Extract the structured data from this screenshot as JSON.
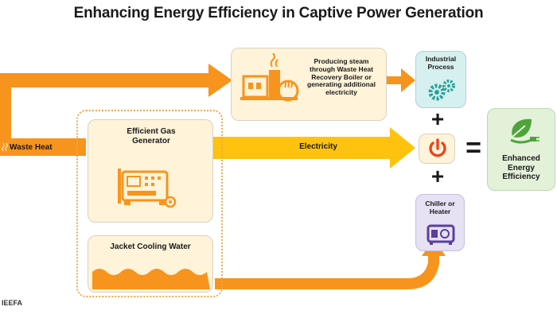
{
  "title": "Enhancing Energy Efficiency in Captive Power Generation",
  "nodes": {
    "waste_heat": "Waste Heat",
    "generator": "Efficient Gas Generator",
    "steam": "Producing steam through Waste Heat Recovery Boiler or generating additional electricity",
    "industrial": "Industrial Process",
    "electricity": "Electricity",
    "jacket": "Jacket Cooling Water",
    "chiller": "Chiller or Heater",
    "result": "Enhanced Energy Efficiency"
  },
  "operators": {
    "plus": "+",
    "equals": "="
  },
  "source": "IEEFA",
  "colors": {
    "orange": "#f7941d",
    "yellow": "#ffc20e",
    "cream": "#fff3d9",
    "teal_box": "#d6f0ef",
    "purple_box": "#e6e1f3",
    "green_box": "#e3f1d9",
    "gear_teal": "#2aa39b",
    "power_red": "#e8451e",
    "leaf_green": "#4fa33b",
    "icon_orange": "#f7941d"
  },
  "icons": {
    "boiler": "factory-boiler-icon",
    "gear": "gears-icon",
    "power": "power-button-icon",
    "generator": "generator-icon",
    "water": "water-waves-icon",
    "chiller": "chiller-icon",
    "leaf": "leaf-plug-icon"
  }
}
